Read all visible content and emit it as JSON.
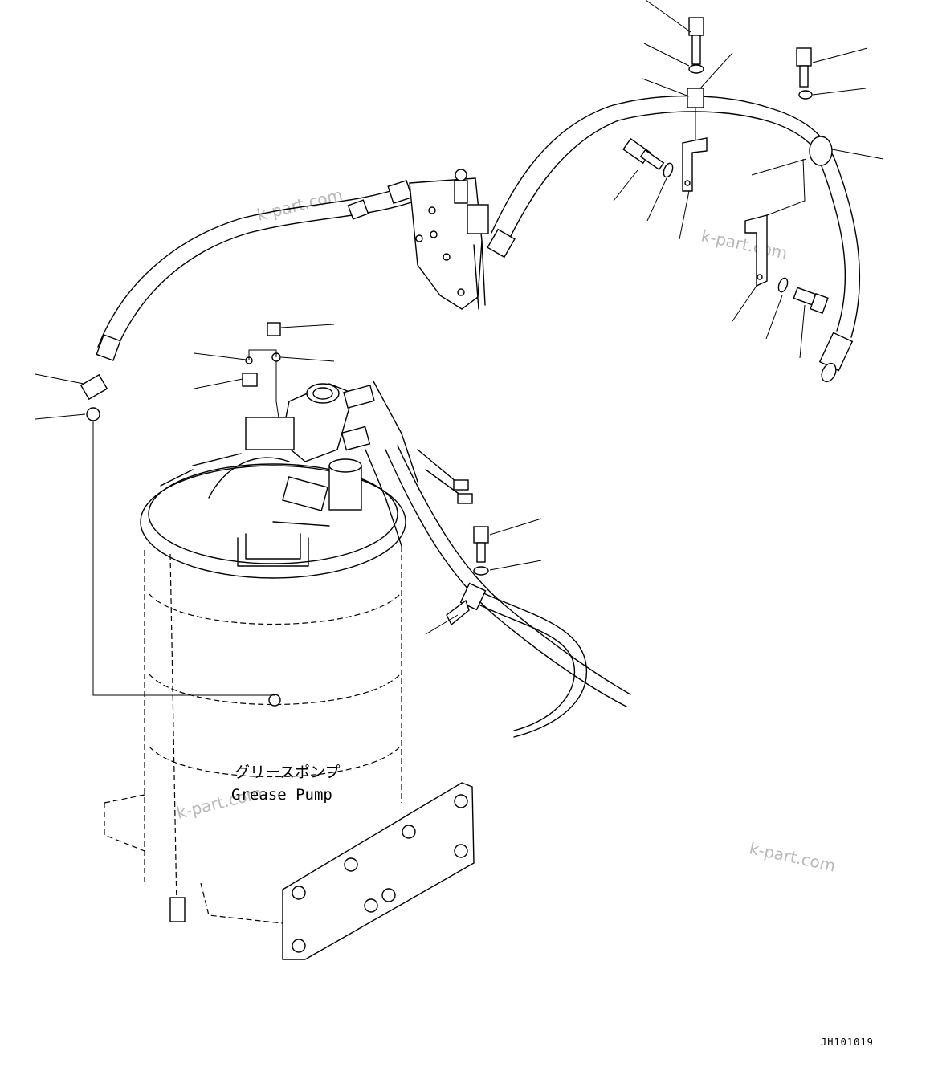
{
  "diagram": {
    "part_label_jp": "グリースポンプ",
    "part_label_en": "Grease Pump",
    "drawing_code": "JH101019",
    "watermark": "k-part.com"
  }
}
